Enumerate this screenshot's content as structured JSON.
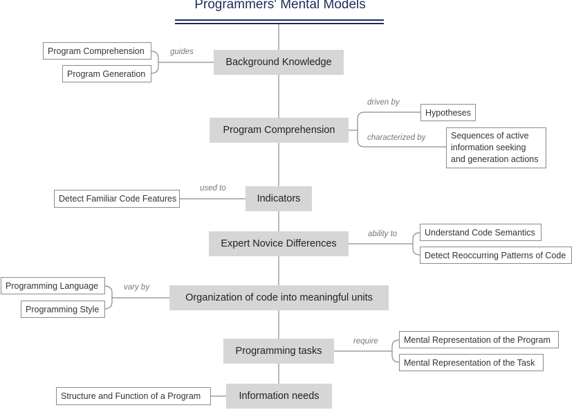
{
  "title": "Programmers' Mental Models",
  "nodes": {
    "background": "Background Knowledge",
    "comprehension": "Program Comprehension",
    "indicators": "Indicators",
    "expert": "Expert Novice Differences",
    "organization": "Organization of code into meaningful units",
    "tasks": "Programming tasks",
    "needs": "Information needs"
  },
  "leaves": {
    "prog_comprehension": "Program Comprehension",
    "prog_generation": "Program Generation",
    "hypotheses": "Hypotheses",
    "sequences": "Sequences of active information seeking and generation actions",
    "detect_familiar": "Detect Familiar Code Features",
    "understand_semantics": "Understand Code Semantics",
    "detect_patterns": "Detect Reoccurring Patterns of Code",
    "prog_language": "Programming Language",
    "prog_style": "Programming Style",
    "rep_program": "Mental Representation of the Program",
    "rep_task": "Mental Representation of the Task",
    "structure_function": "Structure and Function of a Program"
  },
  "labels": {
    "guides": "guides",
    "driven_by": "driven by",
    "characterized_by": "characterized by",
    "used_to": "used to",
    "ability_to": "ability to",
    "vary_by": "vary by",
    "require": "require"
  },
  "colors": {
    "node_fill": "#d6d6d6",
    "title": "#1e2a5a",
    "line": "#8a8a8a"
  }
}
